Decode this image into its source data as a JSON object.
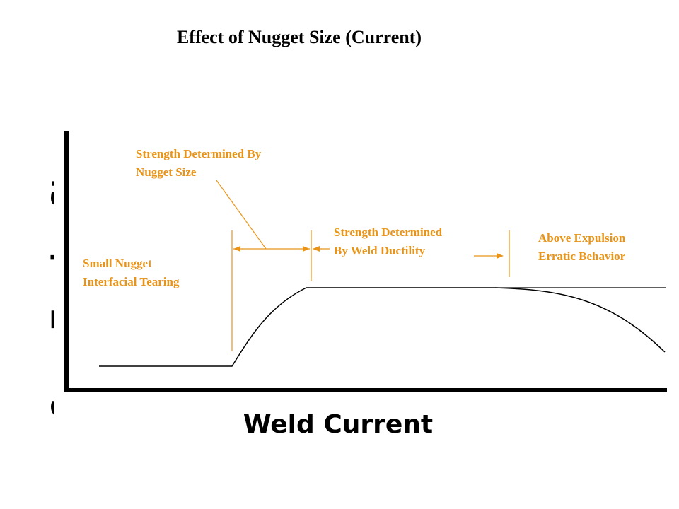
{
  "title": "Effect of Nugget Size (Current)",
  "axes": {
    "x_label": "Weld Current",
    "y_label": "Cross Tension Strength"
  },
  "annotations": {
    "small_nugget": [
      "Small Nugget",
      "Interfacial Tearing"
    ],
    "nugget_size": [
      "Strength Determined By",
      "Nugget Size"
    ],
    "weld_ductility": [
      "Strength Determined",
      "By Weld Ductility"
    ],
    "expulsion": [
      "Above Expulsion",
      "Erratic Behavior"
    ]
  },
  "colors": {
    "annotation": "#e8941a",
    "curve": "#000000"
  }
}
